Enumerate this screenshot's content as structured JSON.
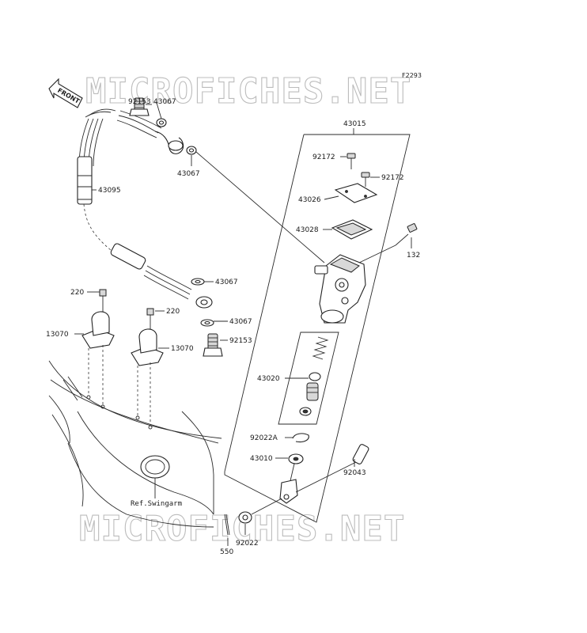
{
  "diagram": {
    "code": "F2293",
    "watermark": "MICROFICHES.NET",
    "front_label": "FRONT",
    "ref_label": "Ref.Swingarm",
    "labels": {
      "p92153_top": "92153",
      "p43067_a": "43067",
      "p43067_b": "43067",
      "p43095": "43095",
      "p43015": "43015",
      "p92172_a": "92172",
      "p92172_b": "92172",
      "p43026": "43026",
      "p43028": "43028",
      "p132": "132",
      "p43067_c": "43067",
      "p43067_d": "43067",
      "p92153_b": "92153",
      "p220_a": "220",
      "p220_b": "220",
      "p13070_a": "13070",
      "p13070_b": "13070",
      "p43020": "43020",
      "p92022A": "92022A",
      "p43010": "43010",
      "p92043": "92043",
      "p550": "550",
      "p92022": "92022"
    }
  }
}
